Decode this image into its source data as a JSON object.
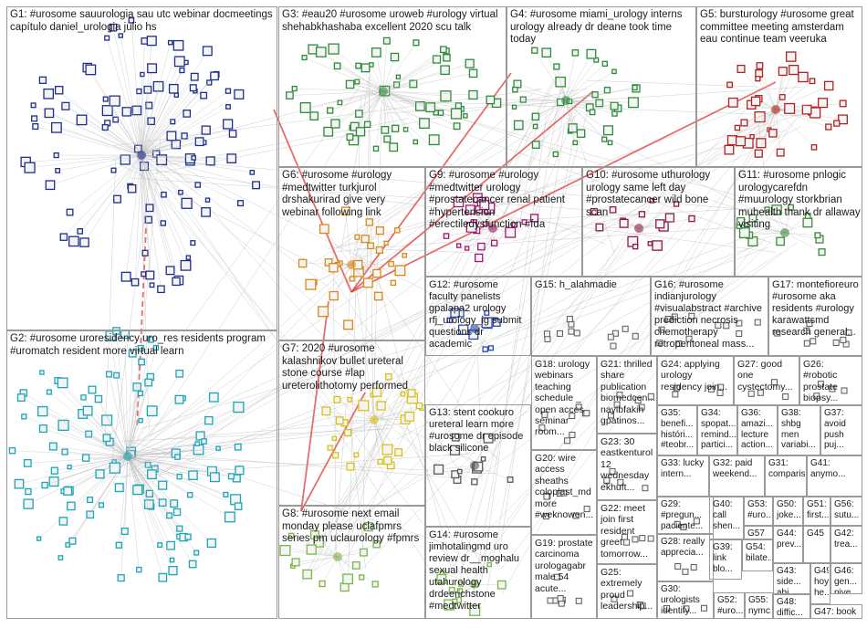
{
  "title": "",
  "colors": {
    "background": "#ffffff",
    "border": "#9a9a9a",
    "text": "#1a1a1a",
    "edge": "#b9b9b9",
    "highlight_edge": "#e03c3c",
    "g1": "#1f2f8c",
    "g2": "#1aa6b7",
    "g3": "#2e8b3a",
    "g4": "#2e8b3a",
    "g5": "#b22222",
    "g6": "#d98a18",
    "g7": "#d9c218",
    "g8": "#7ab648",
    "g9": "#a0186e",
    "g10": "#8b1a4a",
    "g11": "#3a8b3a",
    "g12": "#2a4ab0",
    "g13": "#5a5a5a"
  },
  "groups": [
    {
      "id": "g1",
      "label": "G1: #urosome sauurologia sau utc webinar docmeetings capítulo daniel_urologia julio hs"
    },
    {
      "id": "g2",
      "label": "G2: #urosome uroresidency uro_res residents program #uromatch resident more virtual learn"
    },
    {
      "id": "g3",
      "label": "G3: #eau20 #urosome uroweb #urology virtual shehabkhashaba excellent 2020 scu talk"
    },
    {
      "id": "g4",
      "label": "G4: #urosome miami_urology interns urology already dr deane took time today"
    },
    {
      "id": "g5",
      "label": "G5: bursturology #urosome great committee meeting amsterdam eau continue team veeruka"
    },
    {
      "id": "g6",
      "label": "G6: #urosome #urology #medtwitter turkjurol drshakurirad give very webinar following link"
    },
    {
      "id": "g7",
      "label": "G7: 2020 #urosome kalashnikov bullet ureteral stone course #lap ureterolithotomy performed"
    },
    {
      "id": "g8",
      "label": "G8: #urosome next email monday please uclafpmrs series pm uclaurology #fpmrs"
    },
    {
      "id": "g9",
      "label": "G9: #urosome #urology #medtwitter urology #prostatecancer renal patient #hypertension #erectiledysfunction #fda"
    },
    {
      "id": "g10",
      "label": "G10: #urosome uthurology urology same left day #prostatecancer wild bone scan"
    },
    {
      "id": "g11",
      "label": "G11: #urosome pnlogic urologycarefdn #muurology storkbrian muhealth thank dr allaway visiting"
    },
    {
      "id": "g12",
      "label": "G12: #urosome faculty panelists gpalapa2 urology rfj_urology_ig submit questions dr academic"
    },
    {
      "id": "g13",
      "label": "G13: stent cookuro ureteral learn more #urosome dr episode black silicone"
    },
    {
      "id": "g14",
      "label": "G14: #urosome jimhotalingmd uro review dr__moghalu sexual health utahurology drdeerichstone #medtwitter"
    },
    {
      "id": "g15",
      "label": "G15: h_alahmadie"
    },
    {
      "id": "g16",
      "label": "G16: #urosome indianjurology #visualabstract #archive prediction necrosis chemotherapy retroperitoneal mass..."
    },
    {
      "id": "g17",
      "label": "G17: montefioreuro #urosome aka residents #urology karawattsmd research general..."
    },
    {
      "id": "g18",
      "label": "G18: urology webinars teaching schedule _ open acces seminar room..."
    },
    {
      "id": "g19",
      "label": "G19: prostate carcinoma urologagabr male 54 acute..."
    },
    {
      "id": "g20",
      "label": "G20: wire access sheaths coloplast_md more #weknowen..."
    },
    {
      "id": "g21",
      "label": "G21: thrilled share publication biomedcen... nayibfakih gpatinos..."
    },
    {
      "id": "g22",
      "label": "G22: meet join first resident greet tomorrow..."
    },
    {
      "id": "g23",
      "label": "G23: 30 eastkenturol 12 wednesday ekhuft..."
    },
    {
      "id": "g24",
      "label": "G24: applying urology residency join..."
    },
    {
      "id": "g25",
      "label": "G25: extremely proud leadership..."
    },
    {
      "id": "g26",
      "label": "G26: #robotic prostate biopsy..."
    },
    {
      "id": "g27",
      "label": "G27: good one cystectomy..."
    },
    {
      "id": "g28",
      "label": "G28: really apprecia..."
    },
    {
      "id": "g29",
      "label": "G29: #pregun... paciente..."
    },
    {
      "id": "g30",
      "label": "G30: urologists identify..."
    },
    {
      "id": "g31",
      "label": "G31: comparis..."
    },
    {
      "id": "g32",
      "label": "G32: paid weekend..."
    },
    {
      "id": "g33",
      "label": "G33: lucky intern..."
    },
    {
      "id": "g34",
      "label": "G34: spopat... remind... partici..."
    },
    {
      "id": "g35",
      "label": "G35: benefi... históri... #teobr..."
    },
    {
      "id": "g36",
      "label": "G36: amazi... lecture action..."
    },
    {
      "id": "g37",
      "label": "G37: avoid push puj..."
    },
    {
      "id": "g38",
      "label": "G38: shbg men variabi..."
    },
    {
      "id": "g39",
      "label": "G39: link blo..."
    },
    {
      "id": "g40",
      "label": "G40: call shen..."
    },
    {
      "id": "g41",
      "label": "G41: anymo..."
    },
    {
      "id": "g42",
      "label": "G42: trea..."
    },
    {
      "id": "g43",
      "label": "G43: side... abi..."
    },
    {
      "id": "g44",
      "label": "G44: prev..."
    },
    {
      "id": "g45",
      "label": "G45"
    },
    {
      "id": "g46",
      "label": "G46: gen... nive..."
    },
    {
      "id": "g47",
      "label": "G47: book"
    },
    {
      "id": "g48",
      "label": "G48: diffic..."
    },
    {
      "id": "g49",
      "label": "G49: hoy he..."
    },
    {
      "id": "g50",
      "label": "G50: joke..."
    },
    {
      "id": "g51",
      "label": "G51: first..."
    },
    {
      "id": "g52",
      "label": "G52: #uro..."
    },
    {
      "id": "g53",
      "label": "G53: #uro..."
    },
    {
      "id": "g54",
      "label": "G54: bilate..."
    },
    {
      "id": "g55",
      "label": "G55: nymc..."
    },
    {
      "id": "g56",
      "label": "G56: sutu..."
    },
    {
      "id": "g57",
      "label": "G57"
    }
  ]
}
